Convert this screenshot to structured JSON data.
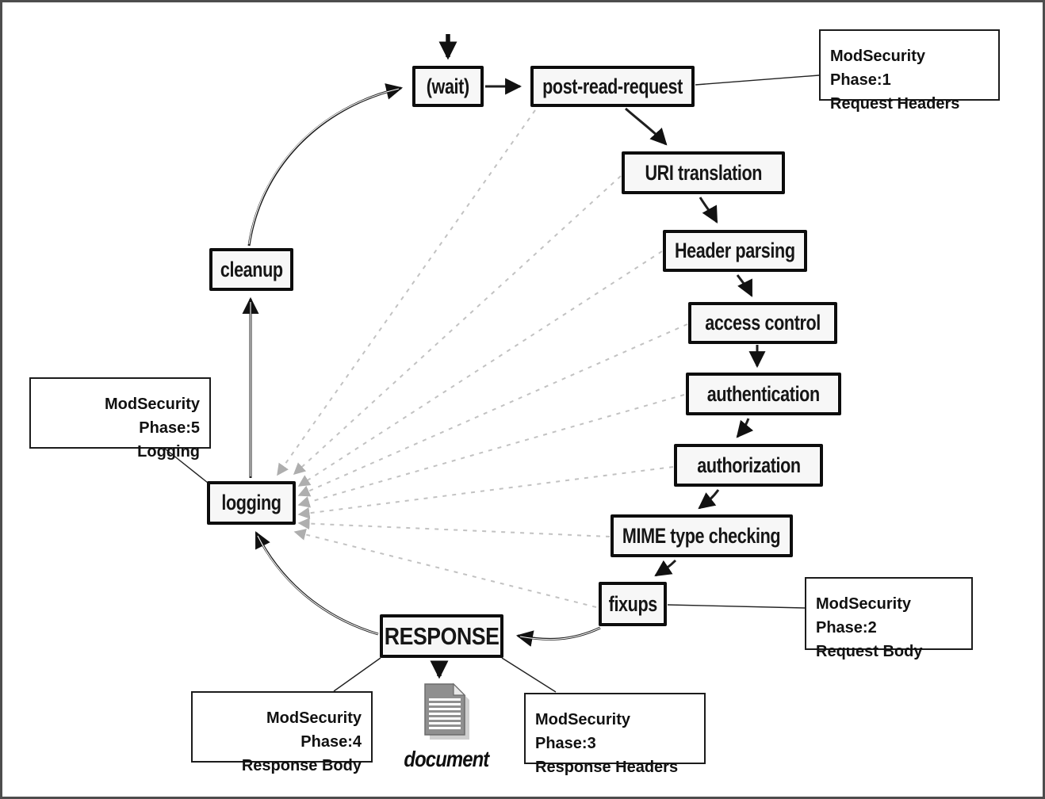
{
  "nodes": {
    "wait": "(wait)",
    "post_read_request": "post-read-request",
    "uri_translation": "URI translation",
    "header_parsing": "Header parsing",
    "access_control": "access control",
    "authentication": "authentication",
    "authorization": "authorization",
    "mime_type_checking": "MIME type checking",
    "fixups": "fixups",
    "response": "RESPONSE",
    "logging": "logging",
    "cleanup": "cleanup"
  },
  "document_label": "document",
  "annotations": {
    "phase1": {
      "line1": "ModSecurity Phase:1",
      "line2": "Request Headers"
    },
    "phase2": {
      "line1": "ModSecurity Phase:2",
      "line2": "Request Body"
    },
    "phase3": {
      "line1": "ModSecurity Phase:3",
      "line2": "Response Headers"
    },
    "phase4": {
      "line1": "ModSecurity Phase:4",
      "line2": "Response Body"
    },
    "phase5": {
      "line1": "ModSecurity Phase:5",
      "line2": "Logging"
    }
  },
  "colors": {
    "node_background": "#f7f7f7",
    "node_border": "#0d0d0d",
    "dashed_line": "#c2c2c2",
    "dashed_arrowhead": "#aeaeae",
    "solid_line": "#1f1f1f",
    "canvas_border": "#4d4d4d",
    "document_icon_gray": "#8f8f8f"
  }
}
